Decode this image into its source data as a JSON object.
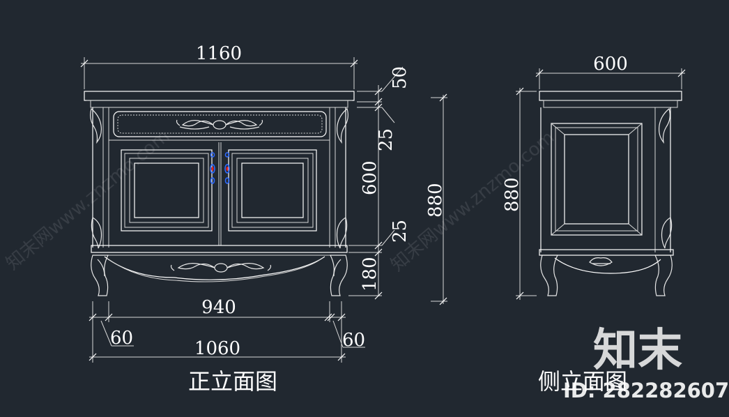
{
  "front_view": {
    "dimensions": {
      "overall_width": "1160",
      "top_thickness": "50",
      "rail_upper": "25",
      "door_height": "600",
      "rail_lower": "25",
      "leg_height": "180",
      "total_height": "880",
      "inner_width": "940",
      "leg_left": "60",
      "base_width": "1060",
      "leg_right": "60"
    },
    "title": "正立面图"
  },
  "side_view": {
    "dimensions": {
      "depth": "600",
      "total_height": "880"
    },
    "title": "侧立面图"
  },
  "watermark": {
    "brand": "知末",
    "id_text": "ID: 282282607",
    "diagonal_text": "知末网www.znzmo.com"
  },
  "colors": {
    "background": "#212830",
    "lines": "#ffffff",
    "handle_blue": "#2f6bff",
    "handle_red": "#e02020"
  }
}
